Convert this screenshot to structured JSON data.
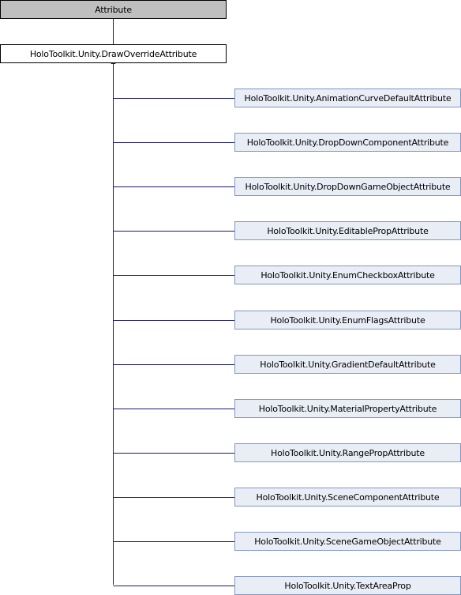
{
  "diagram": {
    "root": {
      "label": "Attribute"
    },
    "base": {
      "label": "HoloToolkit.Unity.DrawOverrideAttribute"
    },
    "children": [
      {
        "label": "HoloToolkit.Unity.AnimationCurveDefaultAttribute"
      },
      {
        "label": "HoloToolkit.Unity.DropDownComponentAttribute"
      },
      {
        "label": "HoloToolkit.Unity.DropDownGameObjectAttribute"
      },
      {
        "label": "HoloToolkit.Unity.EditablePropAttribute"
      },
      {
        "label": "HoloToolkit.Unity.EnumCheckboxAttribute"
      },
      {
        "label": "HoloToolkit.Unity.EnumFlagsAttribute"
      },
      {
        "label": "HoloToolkit.Unity.GradientDefaultAttribute"
      },
      {
        "label": "HoloToolkit.Unity.MaterialPropertyAttribute"
      },
      {
        "label": "HoloToolkit.Unity.RangePropAttribute"
      },
      {
        "label": "HoloToolkit.Unity.SceneComponentAttribute"
      },
      {
        "label": "HoloToolkit.Unity.SceneGameObjectAttribute"
      },
      {
        "label": "HoloToolkit.Unity.TextAreaProp"
      }
    ],
    "colors": {
      "root_fill": "#bfbfbf",
      "leaf_fill": "#e8edf6",
      "leaf_border": "#8497c0",
      "edge": "#191970"
    }
  }
}
